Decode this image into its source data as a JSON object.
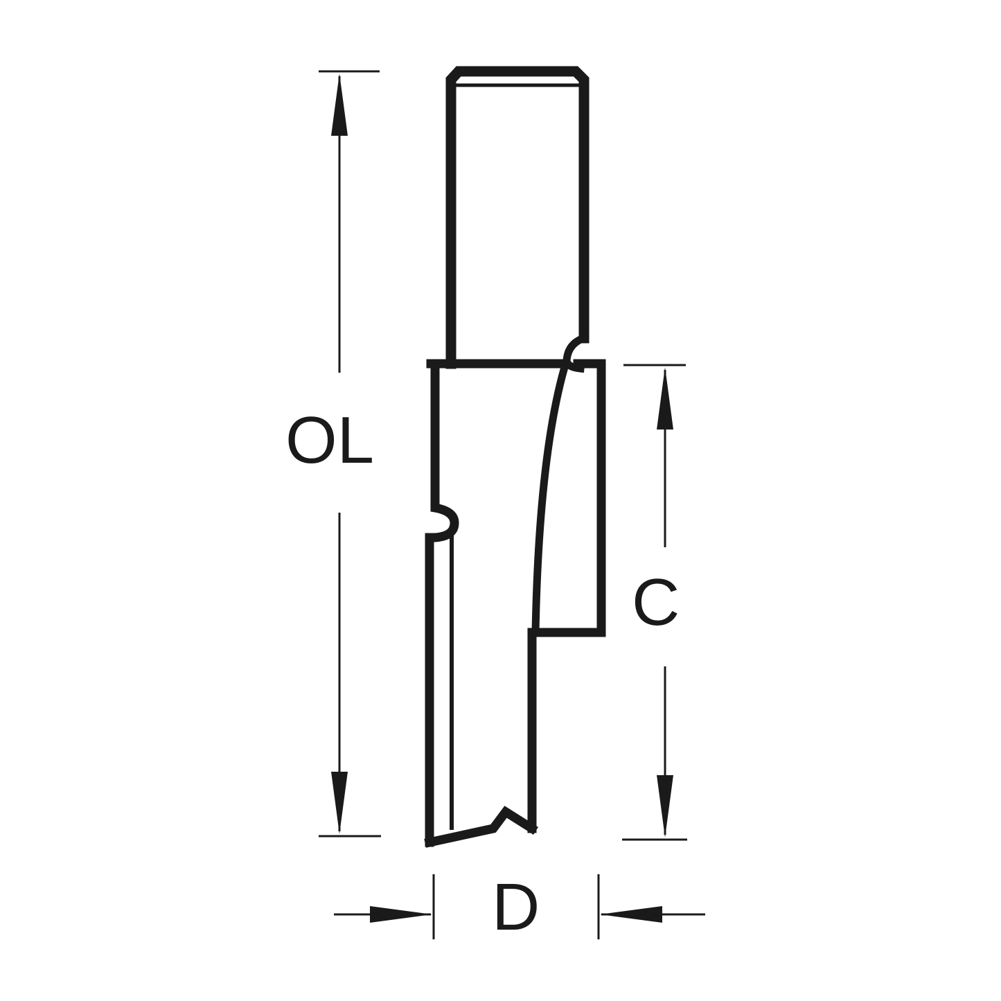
{
  "labels": {
    "overall_length": "OL",
    "cutting_length": "C",
    "diameter": "D"
  },
  "colors": {
    "line": "#1a1a1a",
    "background": "#ffffff"
  }
}
